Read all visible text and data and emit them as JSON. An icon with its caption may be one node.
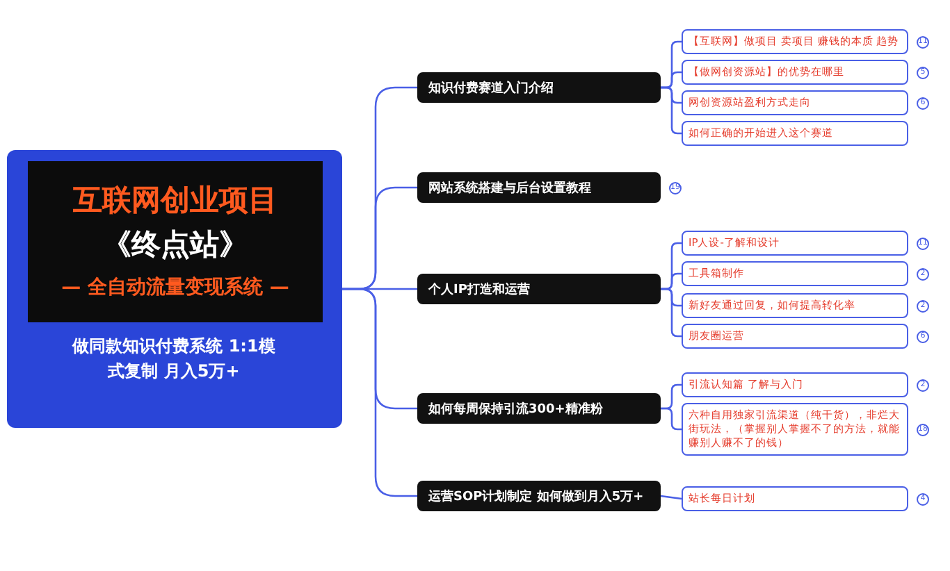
{
  "diagram": {
    "nodes": [
      {
        "text": [
          "做同款知识付费系统 1:1模式复制 月入5万+"
        ]
      },
      {
        "text": [
          "互联网创业项目",
          "《终点站》",
          "— 全自动流量变现系统 —"
        ],
        "in": 0
      },
      {
        "text": [
          "知识付费赛道入门介绍"
        ]
      },
      {
        "text": [
          "网站系统搭建与后台设置教程"
        ],
        "beside": [
          "19"
        ]
      },
      {
        "text": [
          "个人IP打造和运营"
        ]
      },
      {
        "text": [
          "如何每周保持引流300+精准粉"
        ]
      },
      {
        "text": [
          "运营SOP计划制定 如何做到月入5万+"
        ]
      },
      {
        "text": [
          "【互联网】做项目 卖项目 赚钱的本质 趋势"
        ],
        "beside": [
          "11"
        ]
      },
      {
        "text": [
          "【做网创资源站】的优势在哪里"
        ],
        "beside": [
          "5"
        ]
      },
      {
        "text": [
          "网创资源站盈利方式走向"
        ],
        "beside": [
          "6"
        ]
      },
      {
        "text": [
          "如何正确的开始进入这个赛道"
        ]
      },
      {
        "text": [
          "IP人设-了解和设计"
        ],
        "beside": [
          "11"
        ]
      },
      {
        "text": [
          "工具箱制作"
        ],
        "beside": [
          "2"
        ]
      },
      {
        "text": [
          "新好友通过回复，如何提高转化率"
        ],
        "beside": [
          "2"
        ]
      },
      {
        "text": [
          "朋友圈运营"
        ],
        "beside": [
          "6"
        ]
      },
      {
        "text": [
          "引流认知篇 了解与入门"
        ],
        "beside": [
          "2"
        ]
      },
      {
        "text": [
          "六种自用独家引流渠道（纯干货），非烂大街玩法，（掌握别人掌握不了的方法，就能赚别人赚不了的钱）"
        ],
        "beside": [
          "18"
        ]
      },
      {
        "text": [
          "站长每日计划"
        ],
        "beside": [
          "4"
        ]
      }
    ],
    "edges": [
      {
        "from": 0,
        "to": 2,
        "arrow": "none"
      },
      {
        "from": 0,
        "to": 3,
        "arrow": "none"
      },
      {
        "from": 0,
        "to": 4,
        "arrow": "none"
      },
      {
        "from": 0,
        "to": 5,
        "arrow": "none"
      },
      {
        "from": 0,
        "to": 6,
        "arrow": "none"
      },
      {
        "from": 2,
        "to": 7,
        "arrow": "none"
      },
      {
        "from": 2,
        "to": 8,
        "arrow": "none"
      },
      {
        "from": 2,
        "to": 9,
        "arrow": "none"
      },
      {
        "from": 2,
        "to": 10,
        "arrow": "none"
      },
      {
        "from": 4,
        "to": 11,
        "arrow": "none"
      },
      {
        "from": 4,
        "to": 12,
        "arrow": "none"
      },
      {
        "from": 4,
        "to": 13,
        "arrow": "none"
      },
      {
        "from": 4,
        "to": 14,
        "arrow": "none"
      },
      {
        "from": 5,
        "to": 15,
        "arrow": "none"
      },
      {
        "from": 5,
        "to": 16,
        "arrow": "none"
      },
      {
        "from": 6,
        "to": 17,
        "arrow": "none"
      }
    ]
  }
}
